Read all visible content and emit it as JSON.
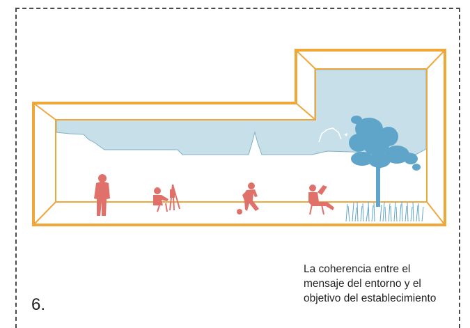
{
  "figure": {
    "number": "6.",
    "caption_lines": [
      "La coherencia entre el",
      "mensaje del entorno y el",
      "objetivo del establecimiento"
    ]
  },
  "colors": {
    "frame_border": "#4a4a4a",
    "room_outline": "#f0a73a",
    "backdrop": "#c7dfe9",
    "backdrop_edge": "#7fb1c8",
    "tree": "#5fa5c9",
    "figures": "#e0706a",
    "text": "#222222"
  },
  "icons": [
    "standing-person-icon",
    "painter-icon",
    "football-player-icon",
    "reading-person-icon",
    "tree-icon",
    "grass-icon",
    "bird-icon"
  ]
}
